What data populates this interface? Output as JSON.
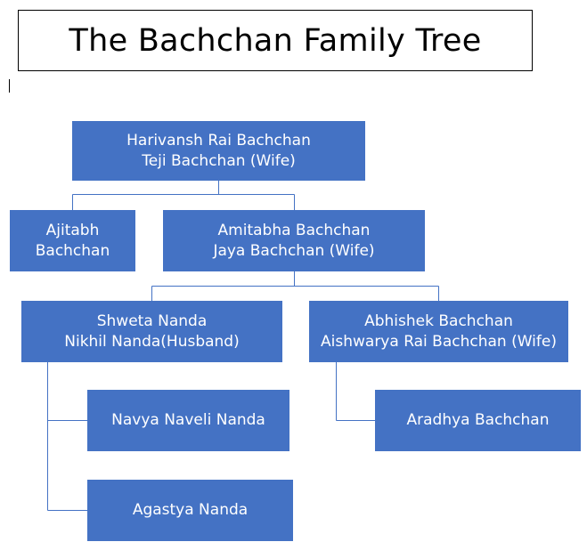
{
  "title": "The Bachchan Family Tree",
  "colors": {
    "node_fill": "#4472c4",
    "node_text": "#ffffff",
    "connector": "#4472c4"
  },
  "nodes": {
    "root": {
      "line1": "Harivansh Rai Bachchan",
      "line2": "Teji Bachchan (Wife)"
    },
    "ajitabh": {
      "line1": "Ajitabh",
      "line2": "Bachchan"
    },
    "amitabha": {
      "line1": "Amitabha Bachchan",
      "line2": "Jaya Bachchan (Wife)"
    },
    "shweta": {
      "line1": "Shweta Nanda",
      "line2": "Nikhil Nanda(Husband)"
    },
    "abhishek": {
      "line1": "Abhishek Bachchan",
      "line2": "Aishwarya Rai Bachchan (Wife)"
    },
    "navya": {
      "line1": "Navya Naveli Nanda"
    },
    "agastya": {
      "line1": "Agastya Nanda"
    },
    "aradhya": {
      "line1": "Aradhya Bachchan"
    }
  }
}
